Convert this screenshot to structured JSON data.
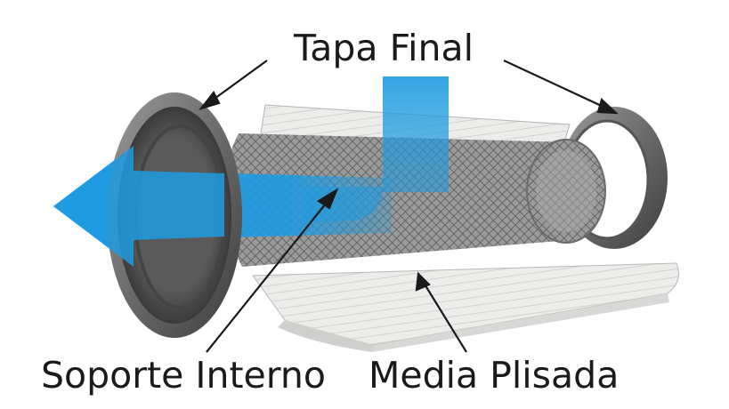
{
  "labels": {
    "end_cap": "Tapa Final",
    "inner_support": "Soporte Interno",
    "pleated_media": "Media Plisada"
  },
  "colors": {
    "flow_arrow": "#1e9be0",
    "metal_ring": "#6e6e6e",
    "mesh": "#8a8a8a",
    "pleated_media": "#e6e6e4",
    "leader_line": "#1a1a1a",
    "text": "#1a1a1a"
  },
  "icons": {
    "flow": "blue-flow-arrow",
    "left_cap": "end-cap-ring",
    "right_cap": "end-cap-ring",
    "core": "wire-mesh-cylinder",
    "media": "pleated-filter-sheet"
  }
}
